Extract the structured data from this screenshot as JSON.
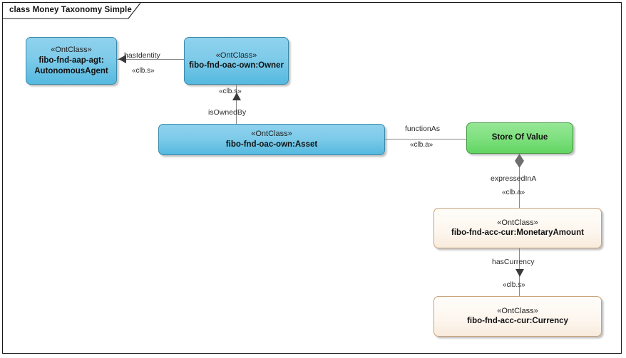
{
  "diagram": {
    "title": "class Money Taxonomy Simple",
    "title_prefix": "class",
    "title_name": "Money Taxonomy Simple",
    "type": "uml-class-diagram",
    "colors": {
      "blue_fill": "#7ecbe9",
      "blue_border": "#3a89a8",
      "green_fill": "#7fe07f",
      "green_border": "#3f9b3f",
      "cream_fill": "#fdf6ee",
      "cream_border": "#c8a27a",
      "connector": "#8a8a8a",
      "arrowhead": "#3a3a3a",
      "diamond": "#6e6e6e",
      "frame_border": "#1a1a1a"
    }
  },
  "nodes": [
    {
      "id": "autonomous-agent",
      "stereotype": "«OntClass»",
      "line1": "fibo-fnd-aap-agt:",
      "line2": "AutonomousAgent",
      "style": "blue"
    },
    {
      "id": "owner",
      "stereotype": "«OntClass»",
      "name": "fibo-fnd-oac-own:Owner",
      "style": "blue"
    },
    {
      "id": "asset",
      "stereotype": "«OntClass»",
      "name": "fibo-fnd-oac-own:Asset",
      "style": "blue"
    },
    {
      "id": "store-of-value",
      "name": "Store Of Value",
      "style": "green"
    },
    {
      "id": "monetary-amount",
      "stereotype": "«OntClass»",
      "name": "fibo-fnd-acc-cur:MonetaryAmount",
      "style": "cream"
    },
    {
      "id": "currency",
      "stereotype": "«OntClass»",
      "name": "fibo-fnd-acc-cur:Currency",
      "style": "cream"
    }
  ],
  "connectors": [
    {
      "id": "has-identity",
      "from": "owner",
      "to": "autonomous-agent",
      "label": "hasIdentity",
      "stereotype": "«clb.s»",
      "arrow": "left-triangle"
    },
    {
      "id": "is-owned-by",
      "from": "asset",
      "to": "owner",
      "label": "isOwnedBy",
      "stereotype": "«clb.s»",
      "arrow": "up-triangle"
    },
    {
      "id": "function-as",
      "from": "asset",
      "to": "store-of-value",
      "label": "functionAs",
      "stereotype": "«clb.a»",
      "arrow": "none"
    },
    {
      "id": "expressed-in-a",
      "from": "store-of-value",
      "to": "monetary-amount",
      "label": "expressedInA",
      "stereotype": "«clb.a»",
      "arrow": "diamond"
    },
    {
      "id": "has-currency",
      "from": "monetary-amount",
      "to": "currency",
      "label": "hasCurrency",
      "stereotype": "«clb.s»",
      "arrow": "down-triangle"
    }
  ]
}
